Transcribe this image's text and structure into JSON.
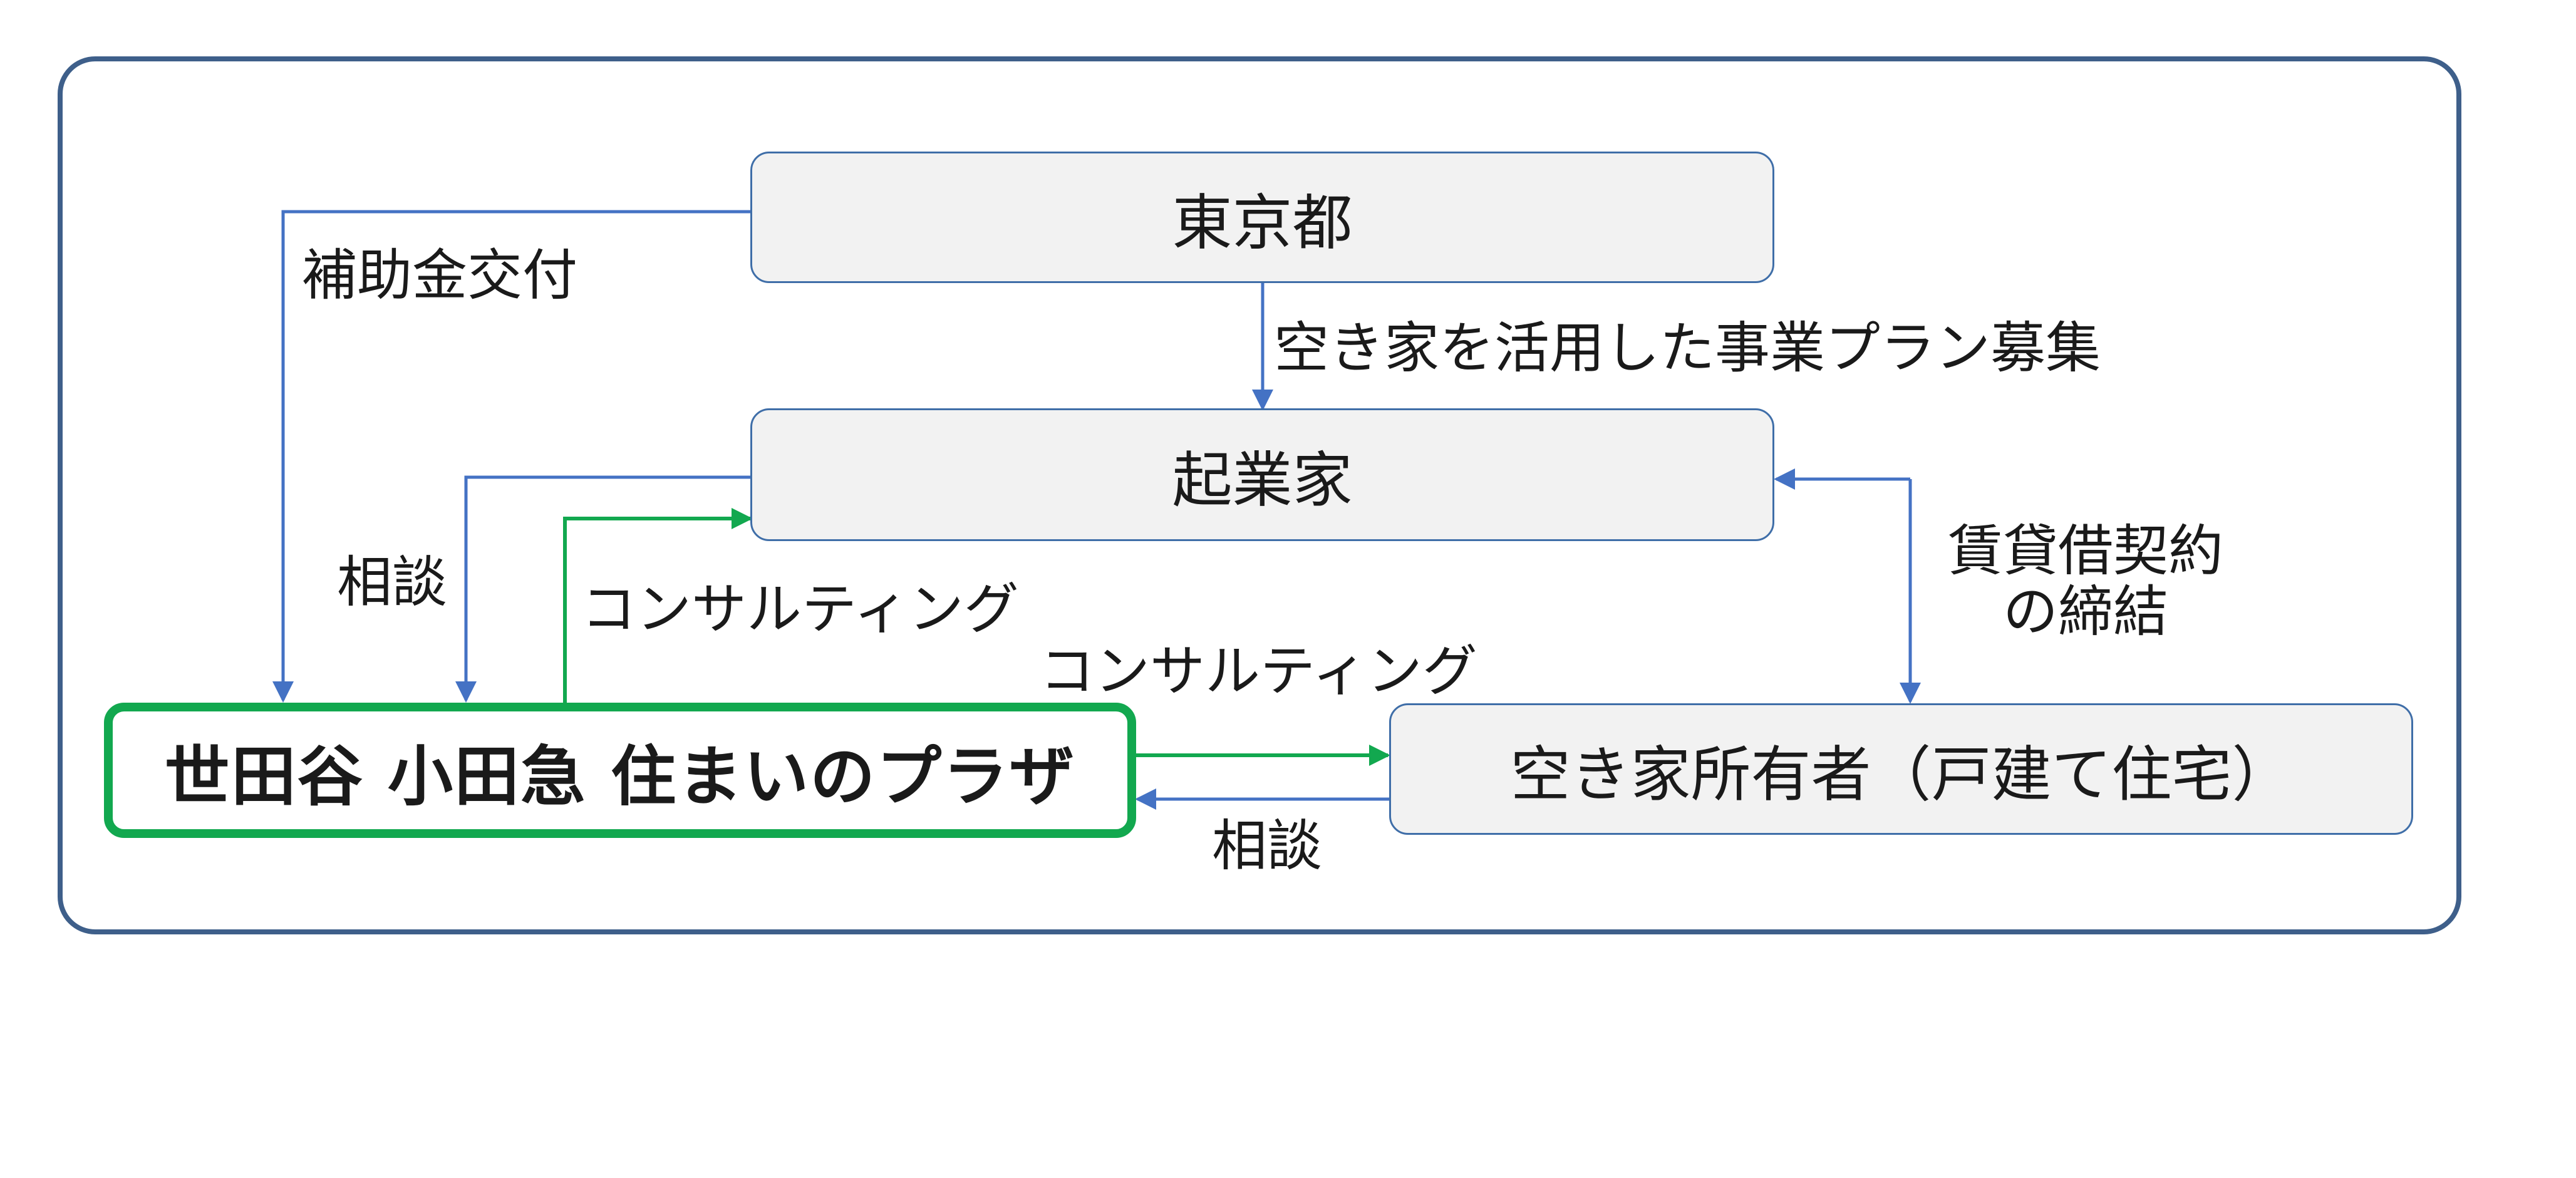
{
  "nodes": {
    "tokyo": "東京都",
    "entrepreneur": "起業家",
    "plaza": "世田谷 小田急 住まいのプラザ",
    "owner": "空き家所有者（戸建て住宅）"
  },
  "labels": {
    "subsidy": "補助金交付",
    "recruitment": "空き家を活用した事業プラン募集",
    "consult_left": "相談",
    "consulting_up": "コンサルティング",
    "consulting_right": "コンサルティング",
    "contract_line1": "賃貸借契約",
    "contract_line2": "の締結",
    "consult_bottom": "相談"
  },
  "colors": {
    "frame": "#3e5f8a",
    "node_border": "#3f6ea8",
    "node_fill": "#f2f2f2",
    "arrow_blue": "#4472c4",
    "arrow_green": "#12a84f"
  }
}
